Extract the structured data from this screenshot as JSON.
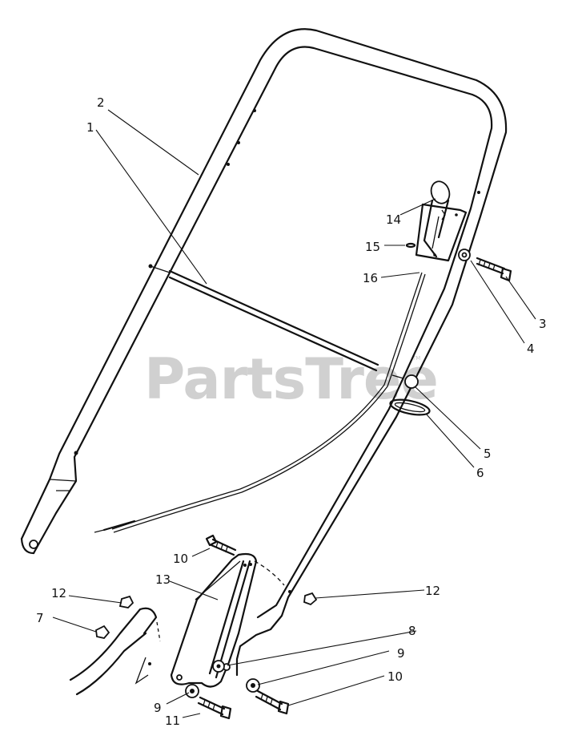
{
  "watermark": {
    "text": "PartsTree",
    "tm": "TM"
  },
  "callouts": [
    {
      "key": "c1",
      "label": "1"
    },
    {
      "key": "c2",
      "label": "2"
    },
    {
      "key": "c3",
      "label": "3"
    },
    {
      "key": "c4",
      "label": "4"
    },
    {
      "key": "c5",
      "label": "5"
    },
    {
      "key": "c6",
      "label": "6"
    },
    {
      "key": "c7",
      "label": "7"
    },
    {
      "key": "c8",
      "label": "8"
    },
    {
      "key": "c9a",
      "label": "9"
    },
    {
      "key": "c9b",
      "label": "9"
    },
    {
      "key": "c10a",
      "label": "10"
    },
    {
      "key": "c10b",
      "label": "10"
    },
    {
      "key": "c11",
      "label": "11"
    },
    {
      "key": "c12a",
      "label": "12"
    },
    {
      "key": "c12b",
      "label": "12"
    },
    {
      "key": "c13",
      "label": "13"
    },
    {
      "key": "c14",
      "label": "14"
    },
    {
      "key": "c15",
      "label": "15"
    },
    {
      "key": "c16",
      "label": "16"
    }
  ]
}
